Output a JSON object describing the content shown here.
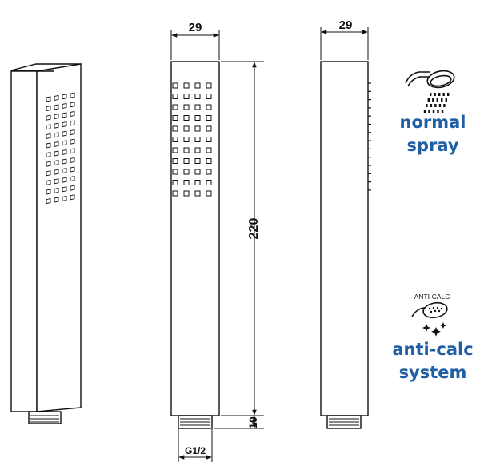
{
  "dimensions": {
    "front_width": "29",
    "side_width": "29",
    "length": "220",
    "connector_length": "10",
    "thread": "G1/2"
  },
  "features": {
    "normal_spray": {
      "line1": "normal",
      "line2": "spray",
      "icon": "shower-head-spray-icon"
    },
    "anti_calc": {
      "badge": "ANTI-CALC",
      "line1": "anti-calc",
      "line2": "system",
      "icon": "anti-calc-shower-icon"
    }
  },
  "colors": {
    "accent": "#1f5fa6",
    "line": "#111111"
  }
}
